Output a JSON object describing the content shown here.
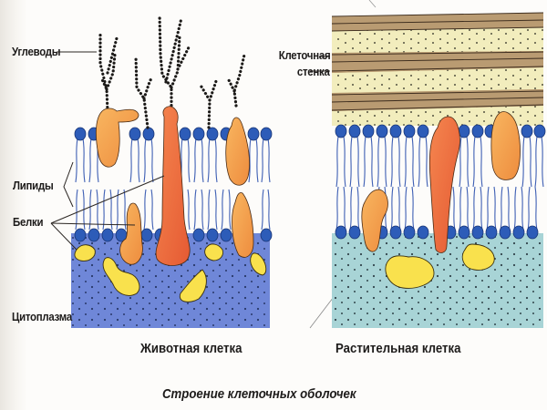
{
  "labels": {
    "carbohydrates": "Углеводы",
    "lipids": "Липиды",
    "proteins": "Белки",
    "cytoplasm": "Цитоплазма",
    "cell_wall_line1": "Клеточная",
    "cell_wall_line2": "стенка"
  },
  "panels": {
    "animal": {
      "title": "Животная клетка"
    },
    "plant": {
      "title": "Растительная клетка"
    }
  },
  "caption": "Строение клеточных оболочек",
  "colors": {
    "lipid_head": "#2f5fb5",
    "lipid_tail": "#3f63b8",
    "protein_light": "#f4a24a",
    "protein_dark": "#ef6a3c",
    "peripheral_protein": "#f9e04e",
    "animal_cytoplasm": "#6e86d6",
    "plant_cytoplasm": "#a9d6d8",
    "cell_wall_fiber": "#b99a72",
    "cell_wall_matrix": "#f3eebc",
    "carbohydrate_chain": "#1c1a18"
  }
}
